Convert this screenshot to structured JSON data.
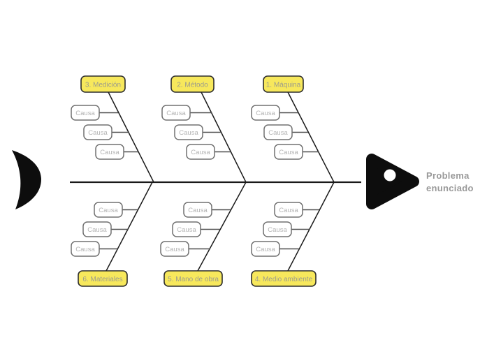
{
  "diagram": {
    "type": "fishbone-ishikawa",
    "problem": {
      "line1": "Problema",
      "line2": "enunciado"
    },
    "branches": [
      {
        "label": "1. Máquina",
        "position": "top-right",
        "causes": [
          "Causa",
          "Causa",
          "Causa"
        ]
      },
      {
        "label": "2. Método",
        "position": "top-center",
        "causes": [
          "Causa",
          "Causa",
          "Causa"
        ]
      },
      {
        "label": "3. Medición",
        "position": "top-left",
        "causes": [
          "Causa",
          "Causa",
          "Causa"
        ]
      },
      {
        "label": "4. Medio ambiente",
        "position": "bottom-right",
        "causes": [
          "Causa",
          "Causa",
          "Causa"
        ]
      },
      {
        "label": "5. Mano de obra",
        "position": "bottom-center",
        "causes": [
          "Causa",
          "Causa",
          "Causa"
        ]
      },
      {
        "label": "6. Materiales",
        "position": "bottom-left",
        "causes": [
          "Causa",
          "Causa",
          "Causa"
        ]
      }
    ],
    "colors": {
      "category_fill": "#F7E85C",
      "category_border": "#2D2D2D",
      "category_text": "#9C9C8C",
      "cause_fill": "#FFFFFF",
      "cause_border": "#707070",
      "cause_text": "#B3B3B3",
      "line": "#1A1A1A",
      "fish": "#0D0D0D",
      "eye": "#FFFFFF",
      "problem_text": "#999999"
    }
  }
}
